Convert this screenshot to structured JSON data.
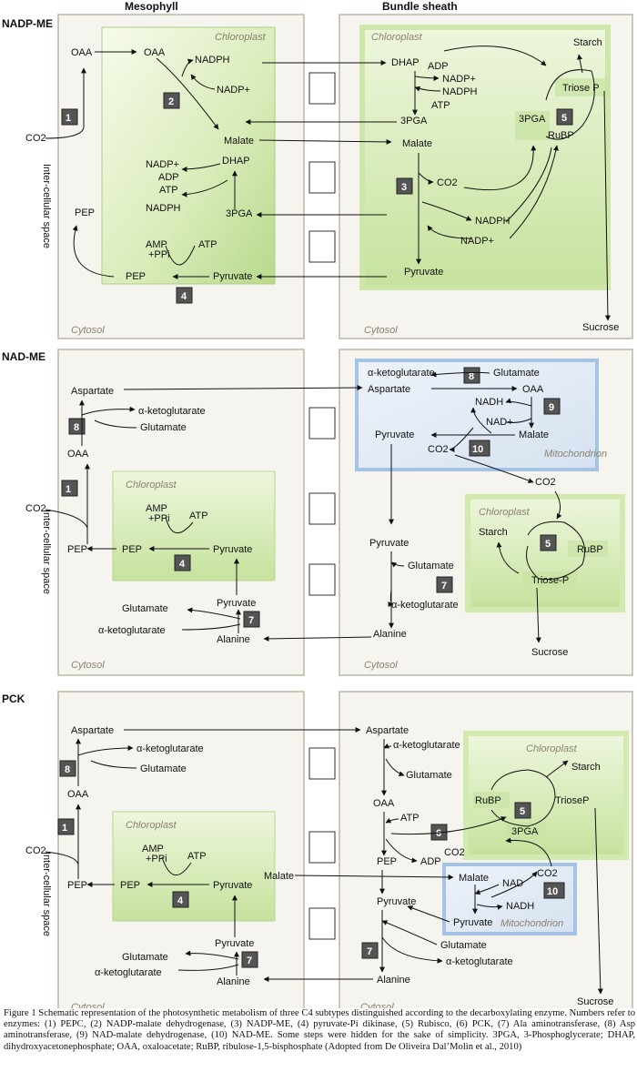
{
  "columns": {
    "mesophyll": "Mesophyll",
    "bundle_sheath": "Bundle sheath"
  },
  "panels": [
    {
      "title": "NADP-ME"
    },
    {
      "title": "NAD-ME"
    },
    {
      "title": "PCK"
    }
  ],
  "inter_cellular": "Inter-cellular space",
  "compartments": {
    "chloroplast": "Chloroplast",
    "cytosol": "Cytosol",
    "mitochondrion": "Mitochondrion"
  },
  "enzymes": [
    "1",
    "2",
    "3",
    "4",
    "5",
    "6",
    "7",
    "8",
    "9",
    "10"
  ],
  "metabolites": {
    "OAA": "OAA",
    "NADPH": "NADPH",
    "NADP_plus": "NADP+",
    "Malate": "Malate",
    "DHAP": "DHAP",
    "ADP": "ADP",
    "ATP": "ATP",
    "3PGA": "3PGA",
    "AMP_PPi_1": "AMP",
    "AMP_PPi_2": "+PPi",
    "PEP": "PEP",
    "Pyruvate": "Pyruvate",
    "CO2": "CO2",
    "RuBP": "RuBP",
    "Starch": "Starch",
    "TrioseP_sp": "Triose P",
    "TrioseP_dash": "Triose-P",
    "TrioseP_one": "TrioseP",
    "Sucrose": "Sucrose",
    "Aspartate": "Aspartate",
    "Glutamate": "Glutamate",
    "aKG": "α-ketoglutarate",
    "NADH": "NADH",
    "NAD_plus": "NAD+",
    "NAD": "NAD",
    "Alanine": "Alanine"
  },
  "caption": "Figure 1 Schematic representation of the photosynthetic metabolism of three C4 subtypes distinguished according to the decarboxylating enzyme. Numbers refer to enzymes: (1) PEPC, (2) NADP-malate dehydrogenase, (3) NADP-ME, (4) pyruvate-Pi dikinase, (5) Rubisco, (6) PCK, (7) Ala aminotransferase, (8) Asp aminotransferase, (9) NAD-malate dehydrogenase, (10) NAD-ME. Some steps were hidden for the sake of simplicity. 3PGA, 3-Phosphoglycerate; DHAP, dihydroxyacetonephosphate; OAA, oxaloacetate; RuBP, ribulose-1,5-bisphosphate (Adopted from De Oliveira Dal’Molin et al., 2010)"
}
